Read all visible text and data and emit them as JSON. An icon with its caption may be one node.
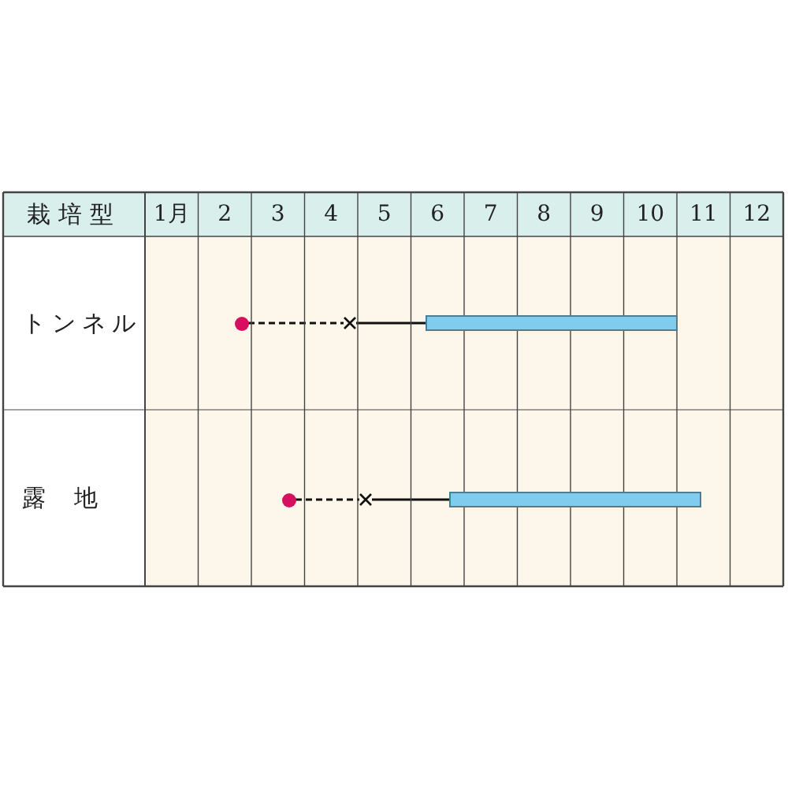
{
  "diagram": {
    "nodes": [
      {
        "text": [],
        "shape": "circle"
      },
      {
        "text": [],
        "shape": "cross"
      },
      {
        "text": [],
        "shape": "bar"
      },
      {
        "text": [],
        "shape": "circle"
      },
      {
        "text": [],
        "shape": "cross"
      },
      {
        "text": [],
        "shape": "bar"
      }
    ],
    "edges": [
      {
        "from": 0,
        "to": 1,
        "arrow": "none",
        "style": "dashed"
      },
      {
        "from": 1,
        "to": 2,
        "arrow": "none"
      },
      {
        "from": 3,
        "to": 4,
        "arrow": "none",
        "style": "dashed"
      },
      {
        "from": 4,
        "to": 5,
        "arrow": "none"
      }
    ],
    "labels": [
      "栽培型",
      "1月",
      "2",
      "3",
      "4",
      "5",
      "6",
      "7",
      "8",
      "9",
      "10",
      "11",
      "12",
      "トンネル",
      "露地"
    ]
  }
}
